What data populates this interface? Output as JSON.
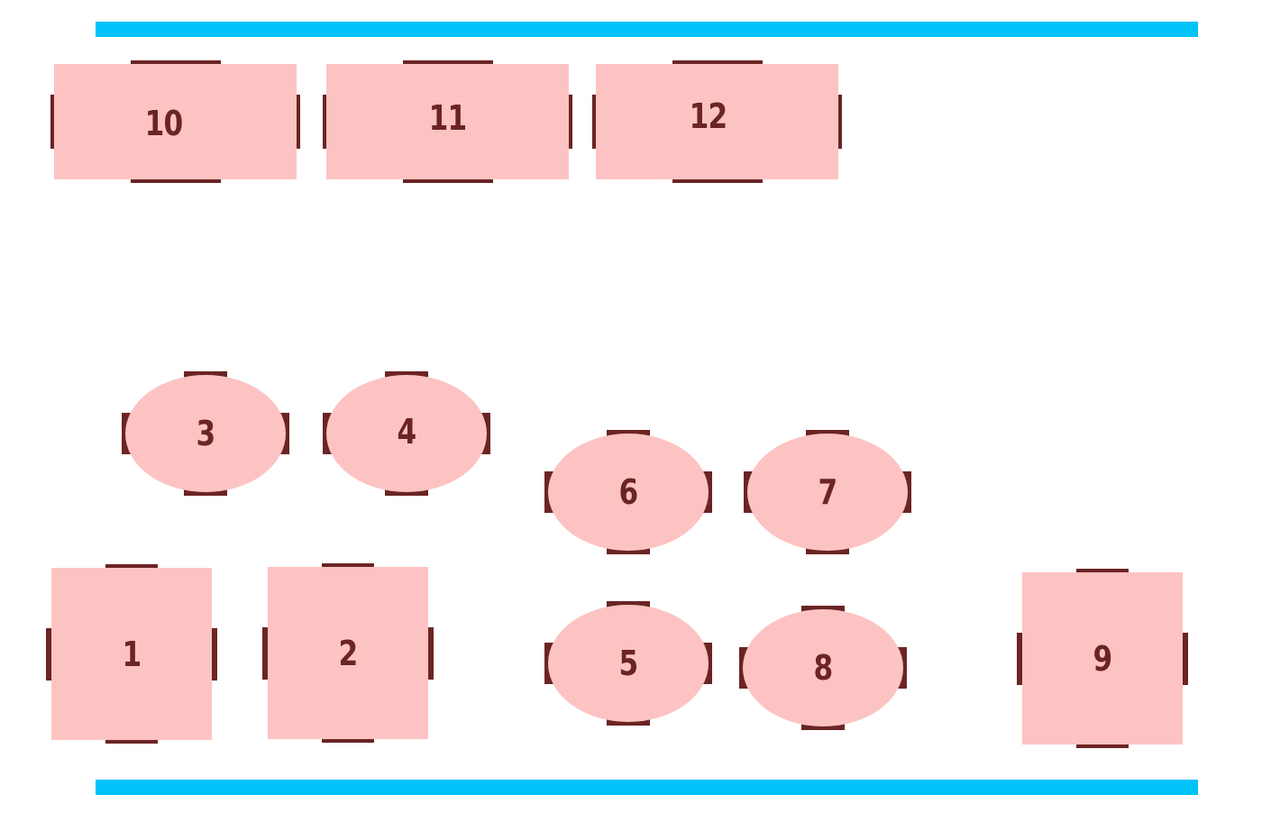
{
  "floor_plan": {
    "colors": {
      "wall": "#00c3f9",
      "table": "#fdc3c3",
      "chair": "#6b2424",
      "label": "#6b2424"
    },
    "walls": [
      "top",
      "bottom"
    ],
    "tables": [
      {
        "number": "10",
        "shape": "rectangle"
      },
      {
        "number": "11",
        "shape": "rectangle"
      },
      {
        "number": "12",
        "shape": "rectangle"
      },
      {
        "number": "3",
        "shape": "oval"
      },
      {
        "number": "4",
        "shape": "oval"
      },
      {
        "number": "6",
        "shape": "oval"
      },
      {
        "number": "7",
        "shape": "oval"
      },
      {
        "number": "1",
        "shape": "square"
      },
      {
        "number": "2",
        "shape": "square"
      },
      {
        "number": "5",
        "shape": "oval"
      },
      {
        "number": "8",
        "shape": "oval"
      },
      {
        "number": "9",
        "shape": "square"
      }
    ]
  }
}
